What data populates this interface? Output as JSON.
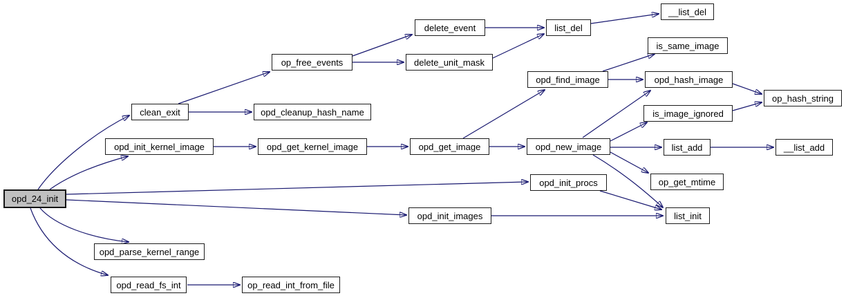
{
  "diagram": {
    "type": "call-graph",
    "root": "opd_24_init",
    "colors": {
      "background": "#ffffff",
      "edge": "#191970",
      "node_fill": "#ffffff",
      "node_border": "#1c1c1c",
      "root_fill": "#c0c0c0"
    },
    "nodes": {
      "opd_24_init": {
        "label": "opd_24_init"
      },
      "clean_exit": {
        "label": "clean_exit"
      },
      "opd_cleanup_hash_name": {
        "label": "opd_cleanup_hash_name"
      },
      "op_free_events": {
        "label": "op_free_events"
      },
      "delete_event": {
        "label": "delete_event"
      },
      "delete_unit_mask": {
        "label": "delete_unit_mask"
      },
      "list_del": {
        "label": "list_del"
      },
      "__list_del": {
        "label": "__list_del"
      },
      "opd_init_kernel_image": {
        "label": "opd_init_kernel_image"
      },
      "opd_get_kernel_image": {
        "label": "opd_get_kernel_image"
      },
      "opd_get_image": {
        "label": "opd_get_image"
      },
      "opd_find_image": {
        "label": "opd_find_image"
      },
      "is_same_image": {
        "label": "is_same_image"
      },
      "opd_hash_image": {
        "label": "opd_hash_image"
      },
      "op_hash_string": {
        "label": "op_hash_string"
      },
      "is_image_ignored": {
        "label": "is_image_ignored"
      },
      "opd_new_image": {
        "label": "opd_new_image"
      },
      "list_add": {
        "label": "list_add"
      },
      "__list_add": {
        "label": "__list_add"
      },
      "opd_init_procs": {
        "label": "opd_init_procs"
      },
      "op_get_mtime": {
        "label": "op_get_mtime"
      },
      "opd_init_images": {
        "label": "opd_init_images"
      },
      "list_init": {
        "label": "list_init"
      },
      "opd_parse_kernel_range": {
        "label": "opd_parse_kernel_range"
      },
      "opd_read_fs_int": {
        "label": "opd_read_fs_int"
      },
      "op_read_int_from_file": {
        "label": "op_read_int_from_file"
      }
    },
    "edges": [
      {
        "from": "opd_24_init",
        "to": "clean_exit"
      },
      {
        "from": "opd_24_init",
        "to": "opd_init_kernel_image"
      },
      {
        "from": "opd_24_init",
        "to": "opd_init_procs"
      },
      {
        "from": "opd_24_init",
        "to": "opd_init_images"
      },
      {
        "from": "opd_24_init",
        "to": "opd_parse_kernel_range"
      },
      {
        "from": "opd_24_init",
        "to": "opd_read_fs_int"
      },
      {
        "from": "clean_exit",
        "to": "op_free_events"
      },
      {
        "from": "clean_exit",
        "to": "opd_cleanup_hash_name"
      },
      {
        "from": "op_free_events",
        "to": "delete_event"
      },
      {
        "from": "op_free_events",
        "to": "delete_unit_mask"
      },
      {
        "from": "delete_event",
        "to": "list_del"
      },
      {
        "from": "delete_unit_mask",
        "to": "list_del"
      },
      {
        "from": "list_del",
        "to": "__list_del"
      },
      {
        "from": "opd_init_kernel_image",
        "to": "opd_get_kernel_image"
      },
      {
        "from": "opd_get_kernel_image",
        "to": "opd_get_image"
      },
      {
        "from": "opd_get_image",
        "to": "opd_new_image"
      },
      {
        "from": "opd_get_image",
        "to": "opd_find_image"
      },
      {
        "from": "opd_find_image",
        "to": "opd_hash_image"
      },
      {
        "from": "opd_find_image",
        "to": "is_same_image"
      },
      {
        "from": "opd_hash_image",
        "to": "op_hash_string"
      },
      {
        "from": "is_image_ignored",
        "to": "op_hash_string"
      },
      {
        "from": "opd_new_image",
        "to": "opd_hash_image"
      },
      {
        "from": "opd_new_image",
        "to": "is_image_ignored"
      },
      {
        "from": "opd_new_image",
        "to": "list_add"
      },
      {
        "from": "opd_new_image",
        "to": "op_get_mtime"
      },
      {
        "from": "opd_new_image",
        "to": "list_init"
      },
      {
        "from": "opd_init_procs",
        "to": "list_init"
      },
      {
        "from": "opd_init_images",
        "to": "list_init"
      },
      {
        "from": "list_add",
        "to": "__list_add"
      },
      {
        "from": "opd_read_fs_int",
        "to": "op_read_int_from_file"
      }
    ]
  }
}
